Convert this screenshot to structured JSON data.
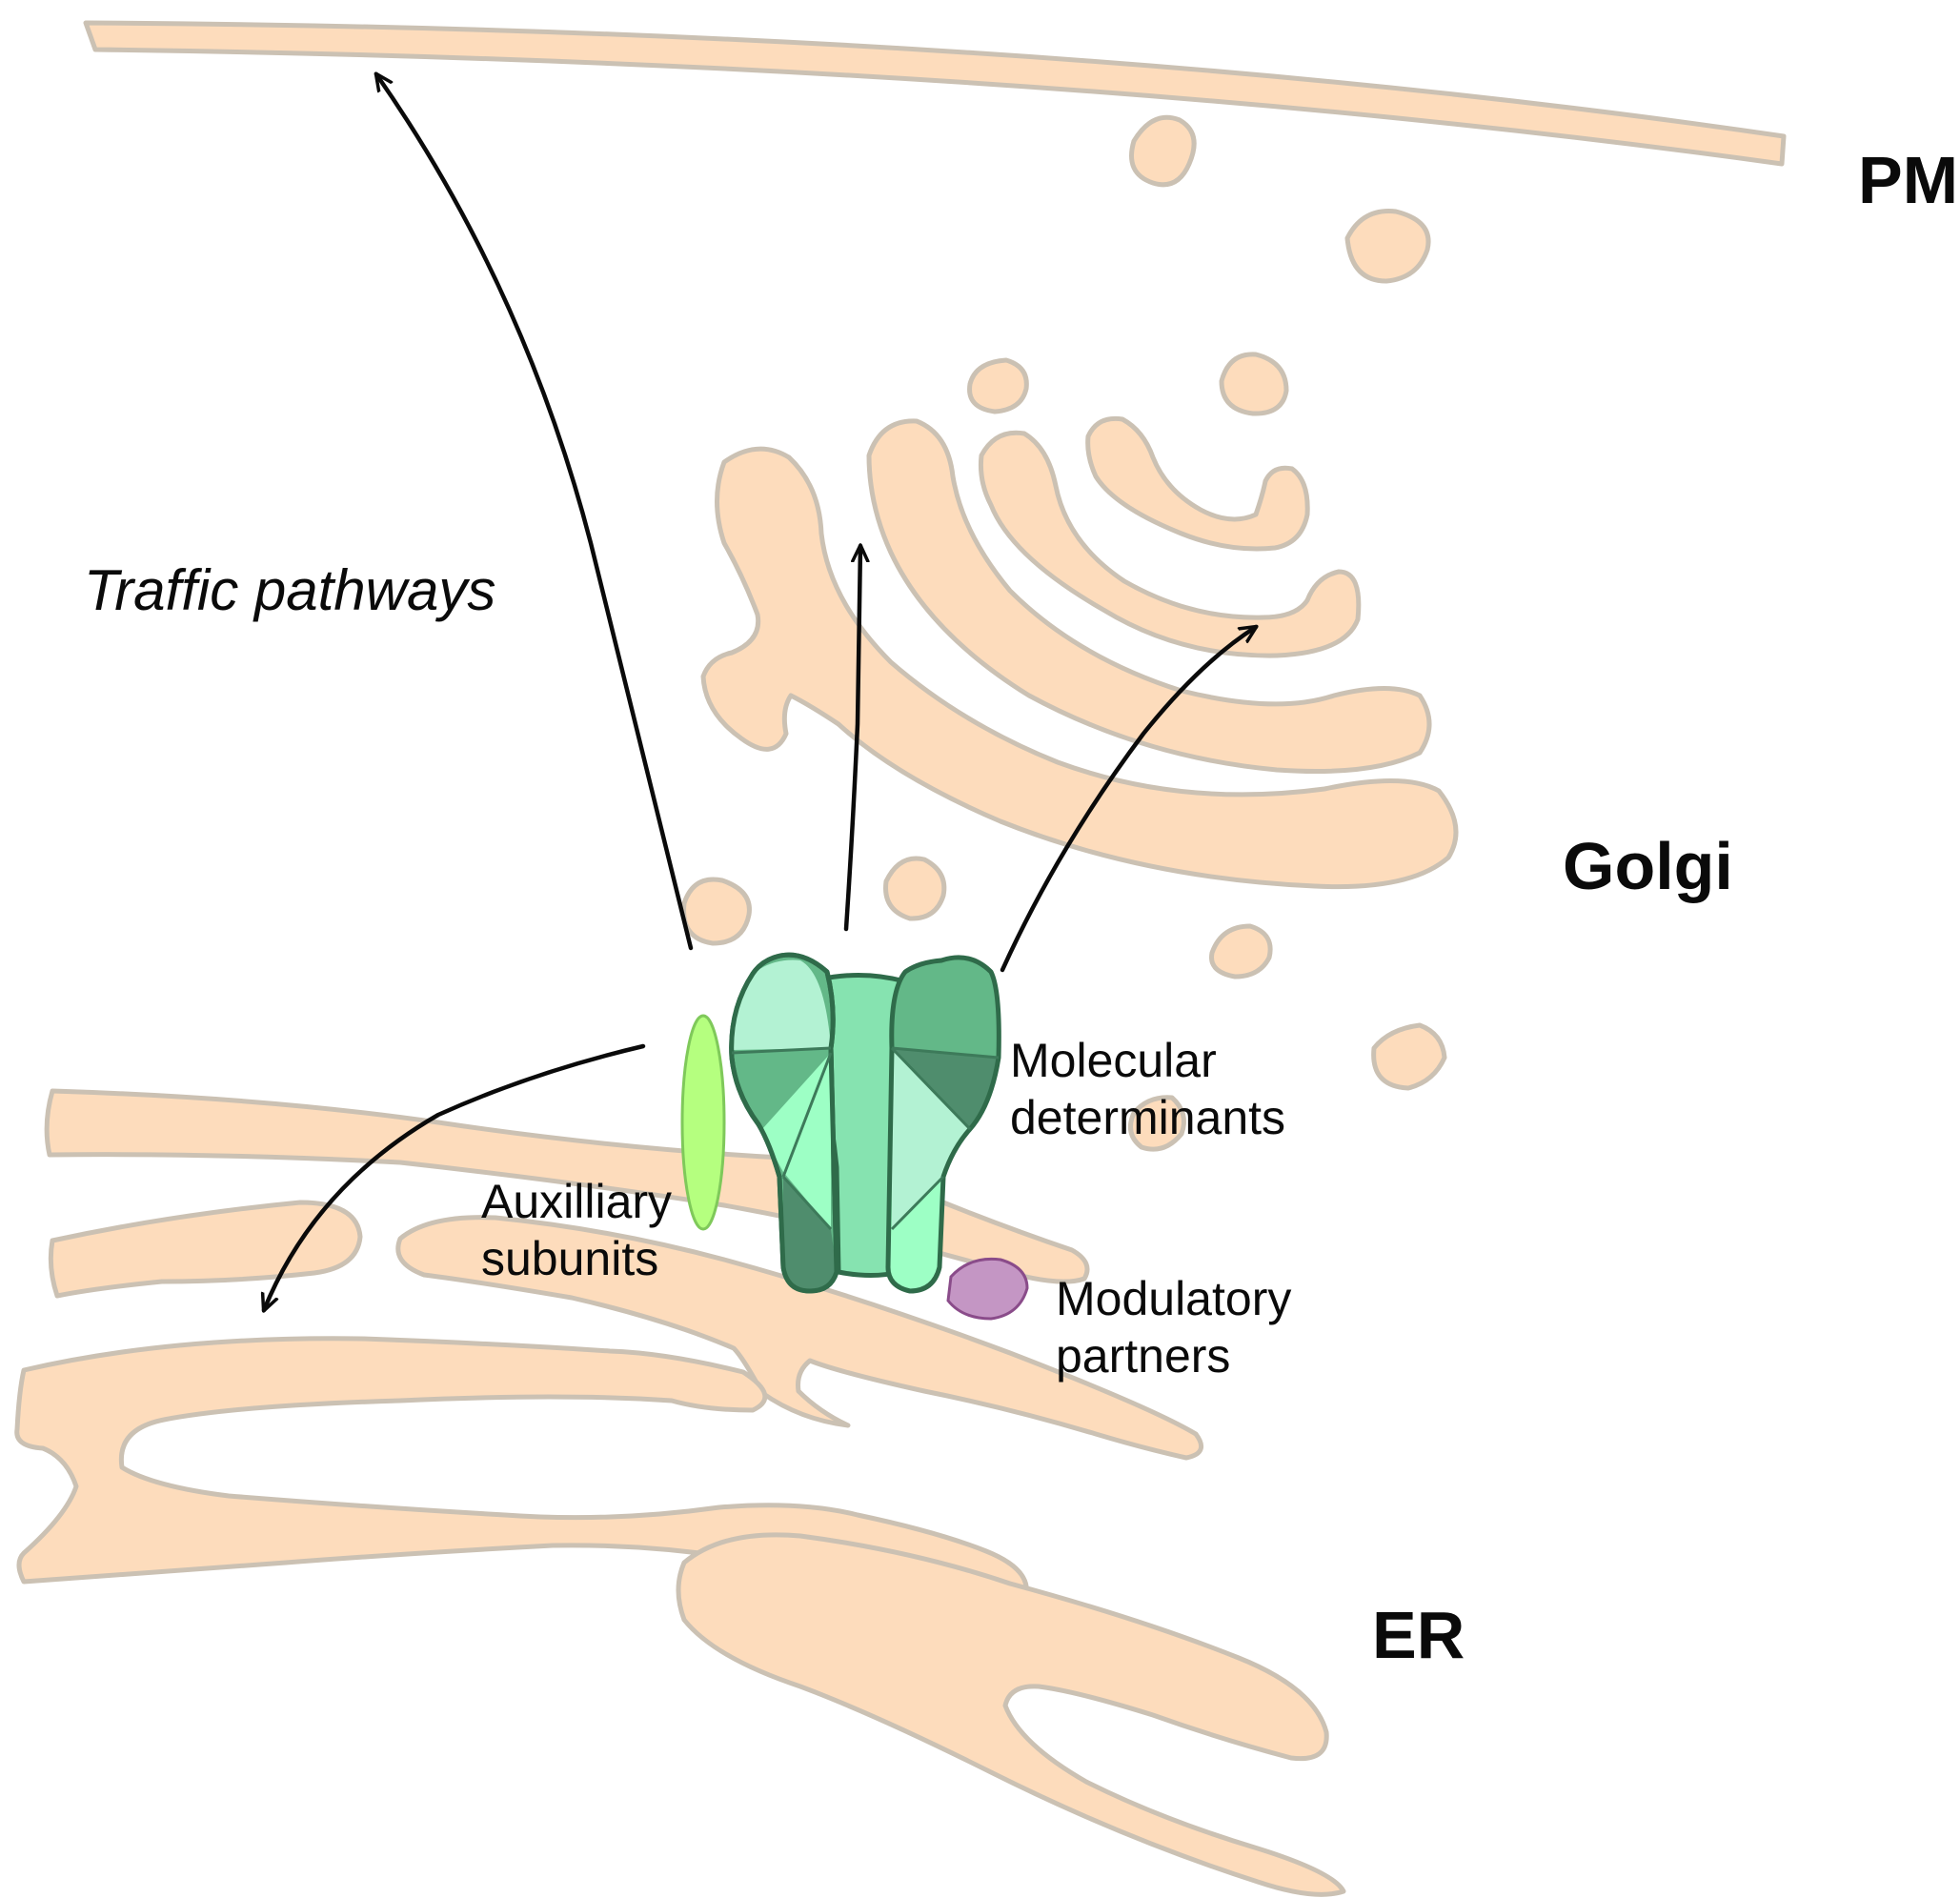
{
  "labels": {
    "pm": "PM",
    "golgi": "Golgi",
    "er": "ER",
    "traffic": "Traffic pathways",
    "molecular_line1": "Molecular",
    "molecular_line2": "determinants",
    "auxiliary_line1": "Auxilliary",
    "auxiliary_line2": "subunits",
    "modulatory_line1": "Modulatory",
    "modulatory_line2": "partners"
  },
  "colors": {
    "membrane_fill": "#fddcbc",
    "membrane_stroke": "#cbc1b3",
    "channel_outline": "#2f6b4a",
    "auxiliary_subunit": "#b5ff7f",
    "modulatory_partner": "#c496c4",
    "arrow": "#0a0a0a"
  }
}
